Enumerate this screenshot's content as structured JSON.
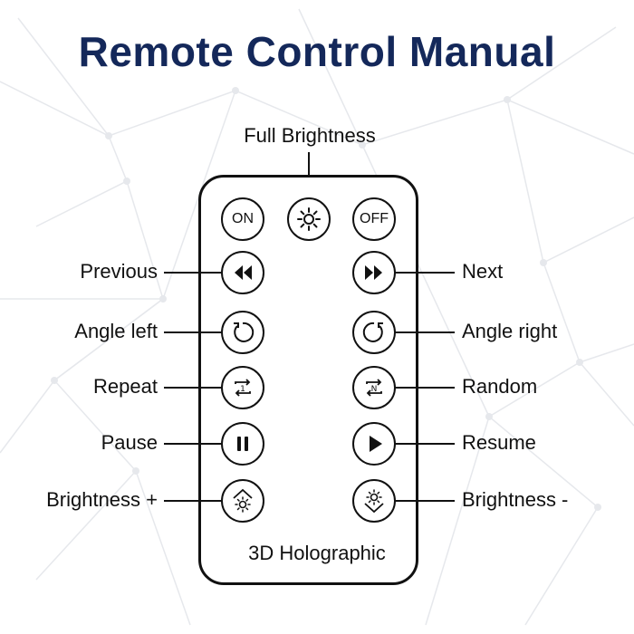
{
  "title": "Remote Control Manual",
  "brand_label": "3D Holographic",
  "top_callout": "Full Brightness",
  "buttons": {
    "on": "ON",
    "off": "OFF"
  },
  "left_labels": {
    "previous": "Previous",
    "angle_left": "Angle left",
    "repeat": "Repeat",
    "pause": "Pause",
    "brightness_plus": "Brightness +"
  },
  "right_labels": {
    "next": "Next",
    "angle_right": "Angle right",
    "random": "Random",
    "resume": "Resume",
    "brightness_minus": "Brightness -"
  },
  "icon_glyphs": {
    "repeat_one": "1",
    "random_n": "N"
  },
  "colors": {
    "title": "#14285a",
    "ink": "#111111",
    "background_network": "#e6e8ec"
  },
  "icons": [
    "sun-icon",
    "rewind-icon",
    "fast-forward-icon",
    "rotate-left-icon",
    "rotate-right-icon",
    "repeat-one-icon",
    "shuffle-icon",
    "pause-icon",
    "play-icon",
    "brightness-up-icon",
    "brightness-down-icon"
  ]
}
